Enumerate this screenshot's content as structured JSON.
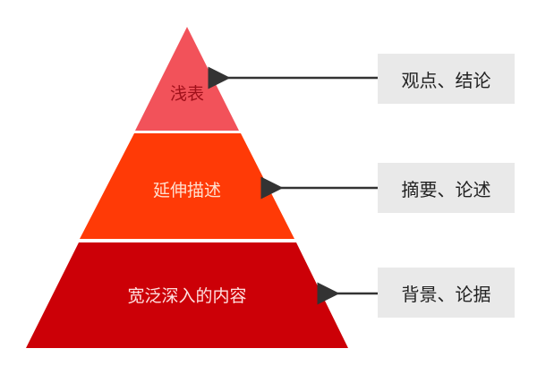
{
  "levels": [
    {
      "label": "浅表",
      "color": "#f2525a",
      "text_color": "#a0101a"
    },
    {
      "label": "延伸描述",
      "color": "#ff3a06",
      "text_color": "#ffe0d0"
    },
    {
      "label": "宽泛深入的内容",
      "color": "#cc0007",
      "text_color": "#ffe0e0"
    }
  ],
  "annotations": [
    {
      "label": "观点、结论"
    },
    {
      "label": "摘要、论述"
    },
    {
      "label": "背景、论据"
    }
  ],
  "colors": {
    "arrow": "#333333",
    "box": "#e9e9e9"
  }
}
